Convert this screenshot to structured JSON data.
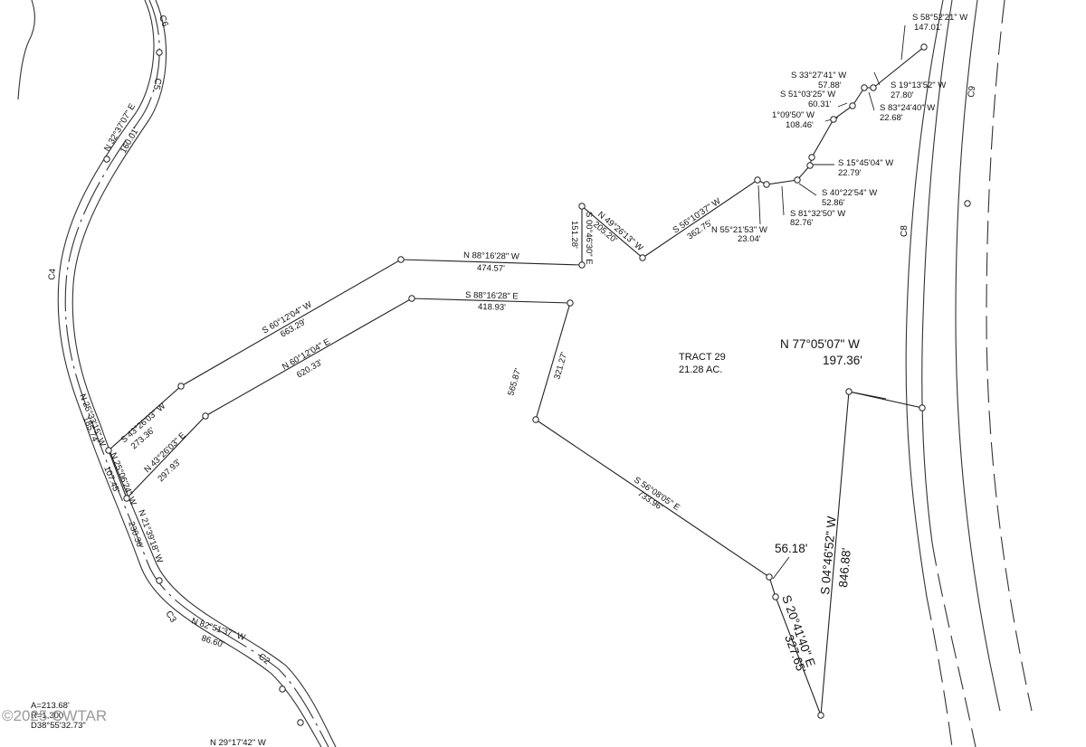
{
  "tract": {
    "name": "TRACT 29",
    "area": "21.28 AC."
  },
  "watermark": "©2025 CWTAR",
  "curves": {
    "c2": "C2",
    "c3": "C3",
    "c4": "C4",
    "c5": "C5",
    "c6": "C6",
    "c8": "C8",
    "c9": "C9"
  },
  "west_road": {
    "c5_bearing": "N 32°37'07\" E",
    "c5_dist": "160.01'",
    "s1_bearing": "N 25°33'15\" W",
    "s1_dist": "185.74'",
    "s2_bearing": "N 25°06'24\" W",
    "s2_dist": "107.45'",
    "s3_bearing": "N 21°39'18\" W",
    "s3_dist": "230.36'",
    "c2_bearing": "N 82°51'37\" W",
    "c2_dist": "86.60'",
    "bottom_bearing": "N 29°17'42\" W",
    "curve_data": {
      "arc": "A=213.68'",
      "radius": "R=1,300'",
      "delta": "D38°55'32.73\""
    }
  },
  "easement": {
    "outer1_bearing": "S 43°26'03\" W",
    "outer1_dist": "273.36'",
    "outer2_bearing": "S 60°12'04\" W",
    "outer2_dist": "663.29'",
    "outer3_bearing": "N 88°16'28\" W",
    "outer3_dist": "474.57'",
    "inner1_bearing": "N 43°26'03\" E",
    "inner1_dist": "297.93'",
    "inner2_bearing": "N 60°12'04\" E",
    "inner2_dist": "620.33'",
    "inner3_bearing": "S 88°16'28\" E",
    "inner3_dist": "418.93'"
  },
  "boundary": {
    "l1_bearing": "S 00°46'30\" E",
    "l1_dist": "151.28'",
    "l2_bearing": "N 49°26'13\" W",
    "l2_dist": "205.20'",
    "l3_bearing": "S 56°10'37\" W",
    "l3_dist": "362.75'",
    "l4_bearing": "N 55°21'53\" W",
    "l4_dist": "23.04'",
    "l5_bearing": "S 81°32'50\" W",
    "l5_dist": "82.76'",
    "l6_bearing": "S 40°22'54\" W",
    "l6_dist": "52.86'",
    "l7_bearing": "S 15°45'04\" W",
    "l7_dist": "22.79'",
    "l8_bearing": "1°09'50\" W",
    "l8_dist": "108.46'",
    "l9_bearing": "S 51°03'25\" W",
    "l9_dist": "60.31'",
    "l10_bearing": "S 33°27'41\" W",
    "l10_dist": "57.88'",
    "l11_bearing": "S 19°13'52\" W",
    "l11_dist": "27.80'",
    "l12_bearing": "S 83°24'40\" W",
    "l12_dist": "22.68'",
    "l13_bearing": "S 58°52'21\" W",
    "l13_dist": "147.01'",
    "west_dist1": "565.87'",
    "west_dist2": "321.27'",
    "sw_bearing": "S 56°08'05\" E",
    "sw_dist": "733.96'",
    "n77_bearing": "N 77°05'07\" W",
    "n77_dist": "197.36'",
    "s04_bearing": "S 04°46'52\" W",
    "s04_dist": "846.88'",
    "s20_bearing": "S 20°41'40\" E",
    "s20_dist": "327.65'",
    "short_dist": "56.18'"
  }
}
